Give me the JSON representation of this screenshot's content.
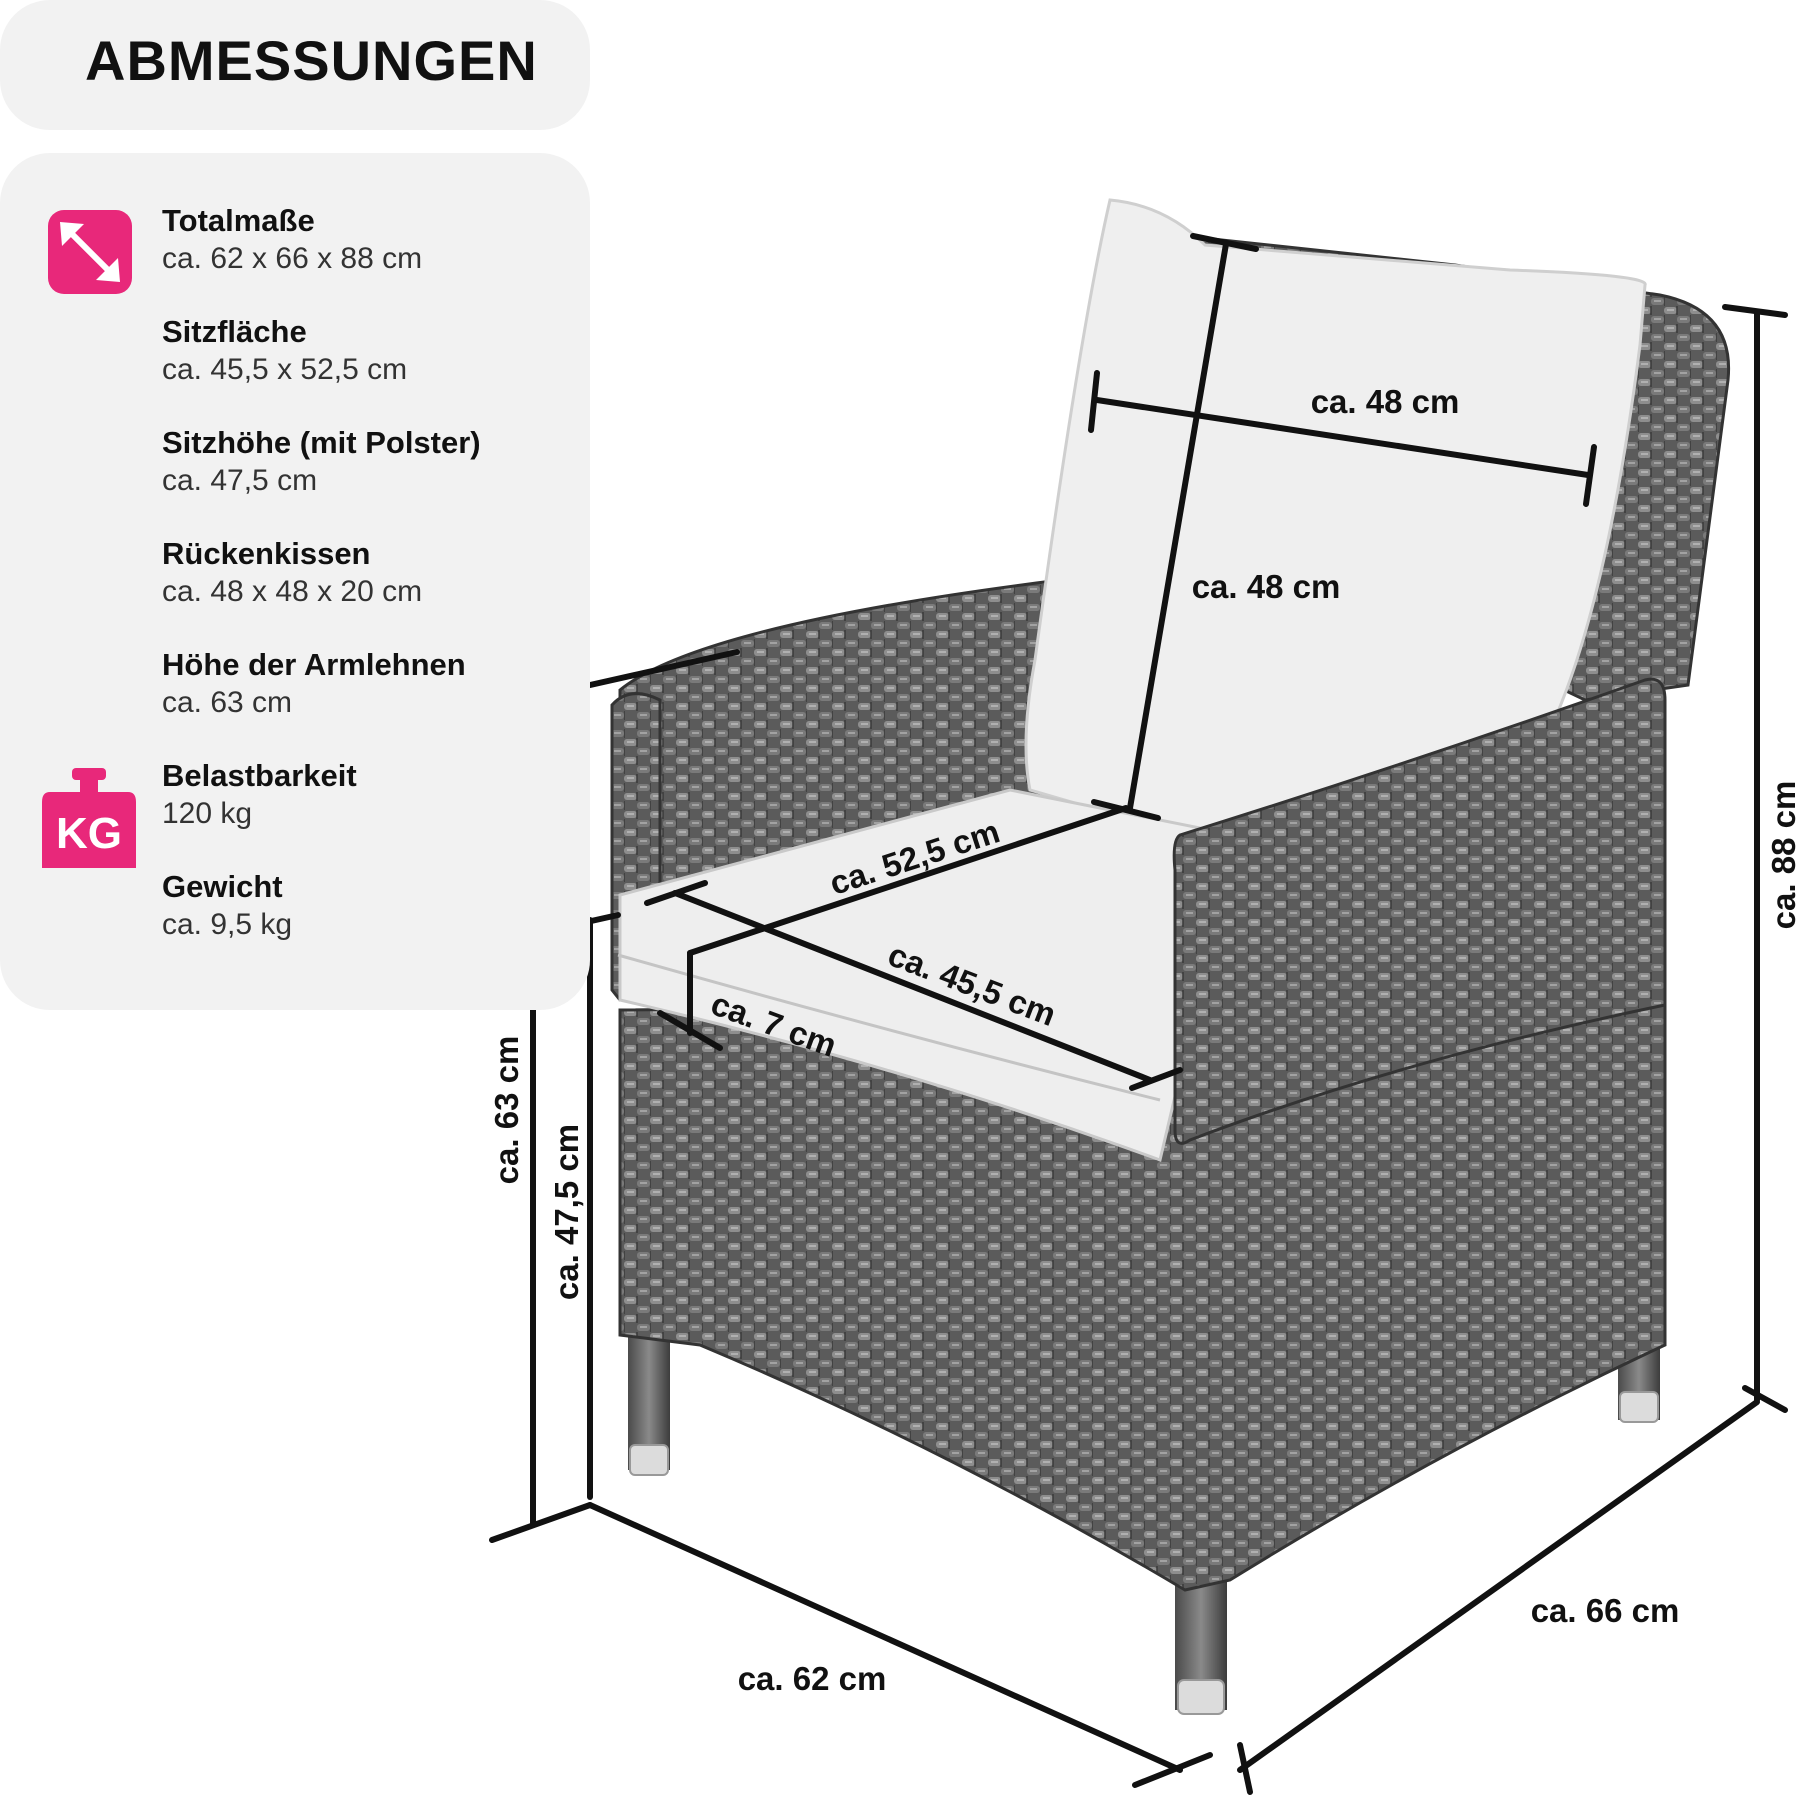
{
  "title": "ABMESSUNGEN",
  "specs": [
    {
      "label": "Totalmaße",
      "value": "ca. 62 x 66 x 88 cm"
    },
    {
      "label": "Sitzfläche",
      "value": "ca. 45,5 x 52,5 cm"
    },
    {
      "label": "Sitzhöhe (mit Polster)",
      "value": "ca. 47,5 cm"
    },
    {
      "label": "Rückenkissen",
      "value": "ca. 48 x 48 x 20 cm"
    },
    {
      "label": "Höhe der Armlehnen",
      "value": "ca. 63 cm"
    },
    {
      "label": "Belastbarkeit",
      "value": "120 kg"
    },
    {
      "label": "Gewicht",
      "value": "ca. 9,5 kg"
    }
  ],
  "icons": {
    "dimensions": "diagonal-arrow-icon",
    "weight": "kg-weight-icon",
    "weight_text": "KG",
    "accent": "#e8287a"
  },
  "dimensions": {
    "backrest_width": "ca. 48 cm",
    "backrest_height": "ca. 48 cm",
    "seat_depth": "ca. 52,5 cm",
    "seat_width": "ca. 45,5 cm",
    "cushion_thickness": "ca. 7 cm",
    "armrest_height": "ca. 63 cm",
    "seat_height": "ca. 47,5 cm",
    "total_width": "ca. 62 cm",
    "total_depth": "ca. 66 cm",
    "total_height": "ca. 88 cm"
  }
}
